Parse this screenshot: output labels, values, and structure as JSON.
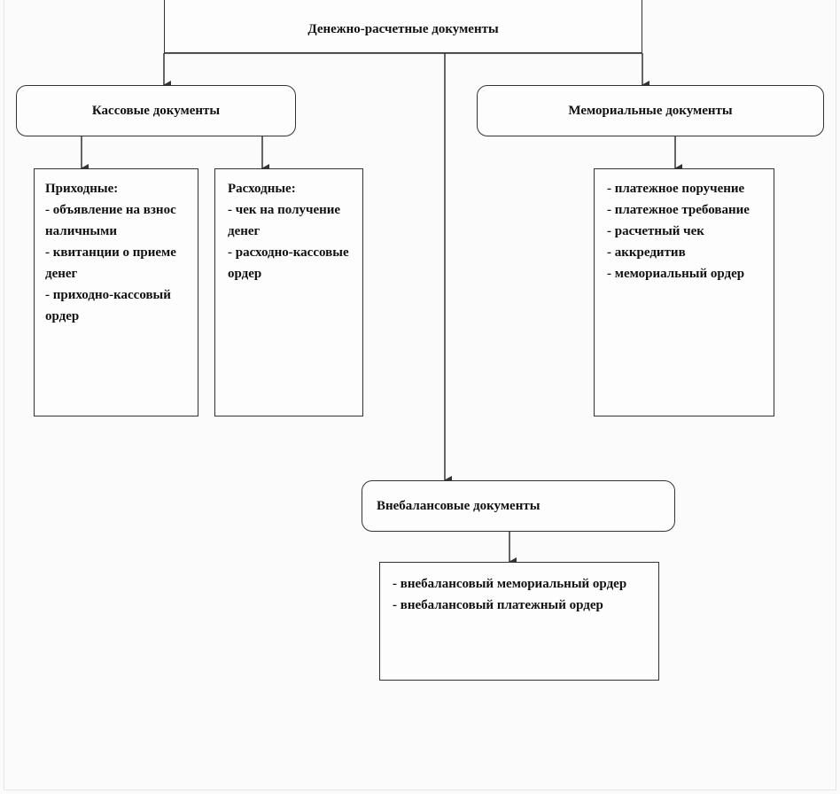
{
  "diagram": {
    "root": {
      "title": "Денежно-расчетные документы"
    },
    "cash": {
      "title": "Кассовые документы",
      "incoming": {
        "header": "Приходные:",
        "items": [
          "- объявление на взнос наличными",
          "- квитанции о приеме денег",
          "- приходно-кассовый ордер"
        ]
      },
      "outgoing": {
        "header": "Расходные:",
        "items": [
          "- чек на получение денег",
          "- расходно-кассовые ордер"
        ]
      }
    },
    "memorial": {
      "title": "Мемориальные документы",
      "items": [
        "- платежное поручение",
        "- платежное требование",
        "- расчетный чек",
        "- аккредитив",
        "- мемориальный ордер"
      ]
    },
    "offbalance": {
      "title": "Внебалансовые документы",
      "items": [
        "- внебалансовый мемориальный ордер",
        "- внебалансовый платежный ордер"
      ]
    }
  }
}
